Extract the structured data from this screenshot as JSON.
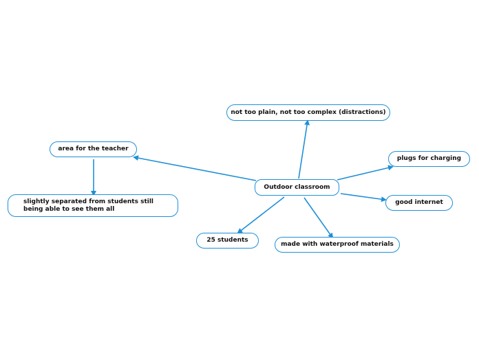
{
  "colors": {
    "connector": "#1f8fd6",
    "node_border": "#1f8fd6",
    "text": "#111111"
  },
  "central": {
    "label": "Outdoor classroom"
  },
  "nodes": {
    "not_too_plain": "not too plain, not too complex (distractions)",
    "area_teacher": "area for the teacher",
    "plugs": "plugs for charging",
    "internet": "good internet",
    "separated": "slightly separated from students still being able to see them all",
    "students": "25 students",
    "waterproof": "made with waterproof materials"
  }
}
